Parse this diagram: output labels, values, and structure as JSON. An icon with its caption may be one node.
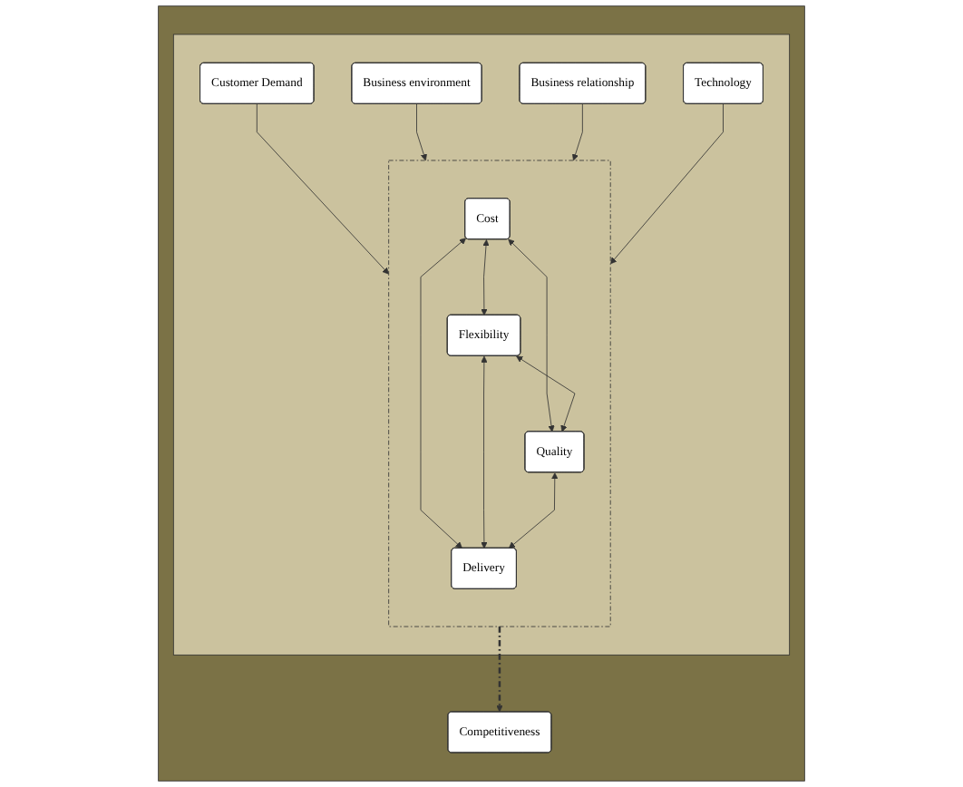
{
  "diagram": {
    "nodes": [
      {
        "text": [],
        "shape": "box"
      },
      {
        "text": [],
        "shape": "box",
        "in": 0
      },
      {
        "text": [
          "Customer Demand"
        ],
        "in": 1
      },
      {
        "text": [
          "Business environment"
        ],
        "in": 1
      },
      {
        "text": [
          "Business relationship"
        ],
        "in": 1
      },
      {
        "text": [],
        "shape": "box",
        "in": 1
      },
      {
        "text": [
          "Cost"
        ],
        "in": 5
      },
      {
        "text": [
          "Flexibility"
        ],
        "in": 5
      },
      {
        "text": [
          "Quality"
        ],
        "in": 5
      },
      {
        "text": [
          "Delivery"
        ],
        "in": 5
      },
      {
        "text": [
          "Technology"
        ],
        "in": 1
      },
      {
        "text": [
          "Competitiveness"
        ],
        "in": 0
      }
    ],
    "edges": [
      {
        "from": 2,
        "to": 5,
        "arrow": "to"
      },
      {
        "from": 3,
        "to": 5,
        "arrow": "to"
      },
      {
        "from": 4,
        "to": 5,
        "arrow": "to"
      },
      {
        "from": 10,
        "to": 5,
        "arrow": "to"
      },
      {
        "from": 6,
        "to": 7,
        "arrow": "both"
      },
      {
        "from": 6,
        "to": 8,
        "arrow": "both"
      },
      {
        "from": 6,
        "to": 9,
        "arrow": "both"
      },
      {
        "from": 7,
        "to": 8,
        "arrow": "both"
      },
      {
        "from": 7,
        "to": 9,
        "arrow": "both"
      },
      {
        "from": 8,
        "to": 9,
        "arrow": "both"
      },
      {
        "from": 5,
        "to": 11,
        "arrow": "to",
        "style": "dashed"
      }
    ]
  }
}
